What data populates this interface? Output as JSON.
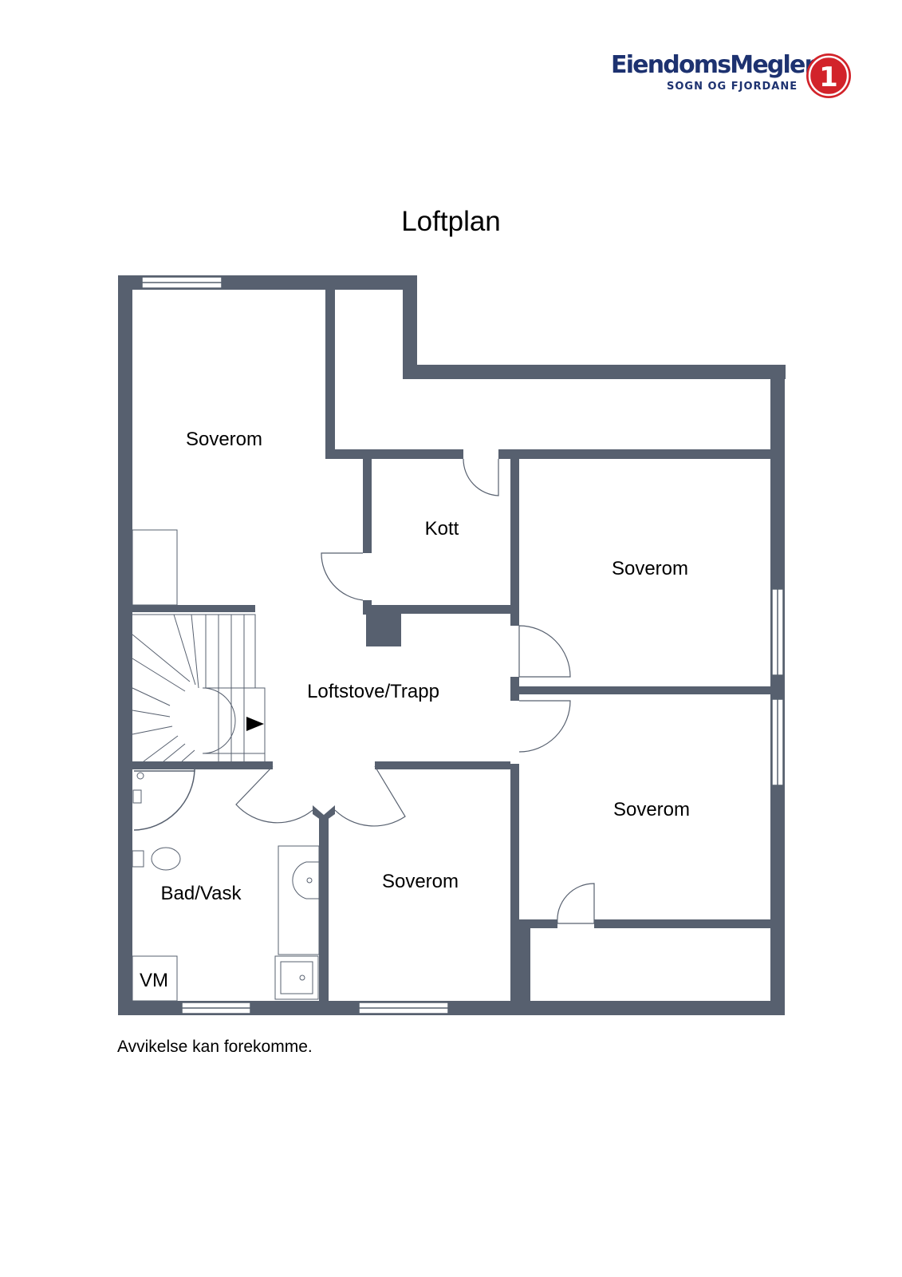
{
  "brand": {
    "name": "EiendomsMegler",
    "region": "SOGN OG FJORDANE",
    "badge": "1",
    "colors": {
      "navy": "#1d3270",
      "red": "#d2232a"
    }
  },
  "plan": {
    "title": "Loftplan",
    "wall_color": "#57606f",
    "rooms": {
      "soverom_nw": "Soverom",
      "kott": "Kott",
      "soverom_e1": "Soverom",
      "loftstove": "Loftstove/Trapp",
      "soverom_e2": "Soverom",
      "bad": "Bad/Vask",
      "soverom_s": "Soverom",
      "vm": "VM"
    }
  },
  "footnote": "Avvikelse kan forekomme."
}
